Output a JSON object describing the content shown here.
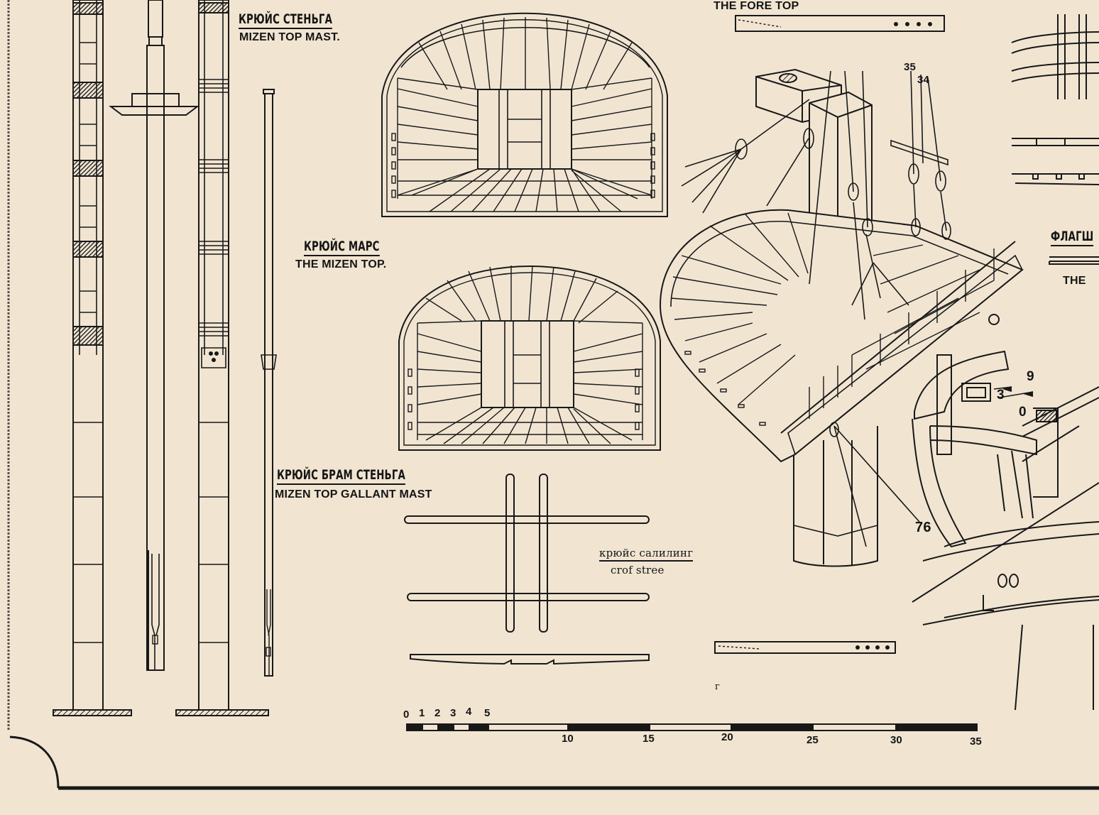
{
  "labels": {
    "mizen_top_mast_ru": "КРЮЙС СТЕНЬГА",
    "mizen_top_mast_en": "MIZEN TOP MAST.",
    "mizen_top_ru": "КРЮЙС МАРС",
    "mizen_top_en": "THE MIZEN TOP.",
    "mizen_topgallant_ru": "КРЮЙС БРАМ СТЕНЬГА",
    "mizen_topgallant_en": "MIZEN TOP GALLANT MAST",
    "crosstree_ru": "крюйс салилинг",
    "crosstree_en": "crof stree",
    "fore_top_en": "THE FORE TOP",
    "flag_ru_partial": "ФЛАГШ",
    "flag_en_partial": "THE",
    "stray_mark": "г"
  },
  "callouts": {
    "c35": "35",
    "c34": "34",
    "c76": "76",
    "c9": "9",
    "c3": "3",
    "c0": "0"
  },
  "scale": {
    "ticks": [
      "0",
      "1",
      "2",
      "3",
      "4",
      "5",
      "10",
      "15",
      "20",
      "25",
      "30",
      "35"
    ]
  },
  "colors": {
    "paper": "#f1e5d2",
    "ink": "#151515"
  }
}
